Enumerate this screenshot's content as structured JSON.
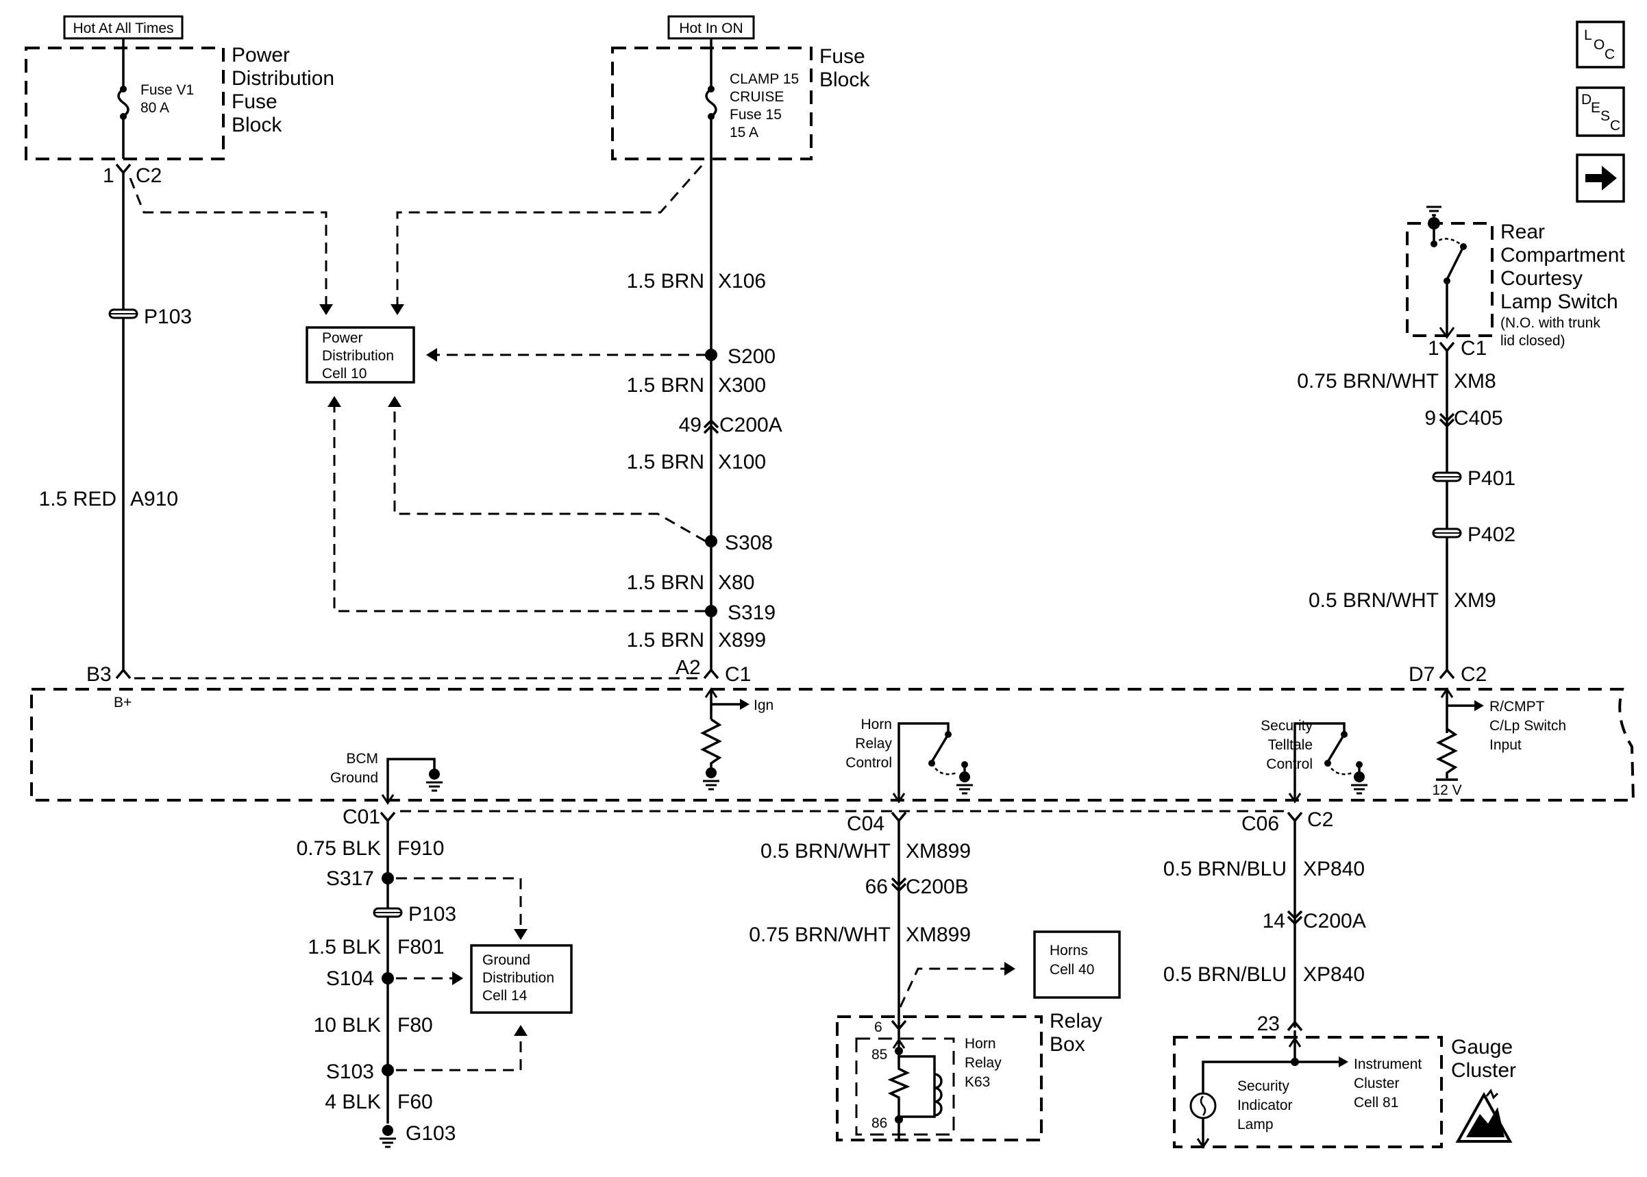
{
  "supply": {
    "hot_at_all_times": "Hot At All Times",
    "hot_in_on": "Hot In ON"
  },
  "power_dist_fuse_block": {
    "line1": "Power",
    "line2": "Distribution",
    "line3": "Fuse",
    "line4": "Block",
    "fuse_name": "Fuse V1",
    "fuse_rating": "80 A",
    "pin": "1",
    "connector": "C2"
  },
  "fuse_block": {
    "line1": "Fuse",
    "line2": "Block",
    "fuse_l1": "CLAMP 15",
    "fuse_l2": "CRUISE",
    "fuse_l3": "Fuse 15",
    "fuse_l4": "15 A"
  },
  "nav": {
    "loc_l": "L",
    "loc_o": "O",
    "loc_c": "C",
    "desc_d": "D",
    "desc_e": "E",
    "desc_s": "S",
    "desc_c": "C",
    "next_icon": "right-arrow-icon"
  },
  "left_circuit": {
    "pass_through": "P103",
    "wire_size": "1.5 RED",
    "wire_circuit": "A910",
    "bcm_pin": "B3",
    "bcm_label": "B+"
  },
  "power_distribution_cell": {
    "line1": "Power",
    "line2": "Distribution",
    "line3": "Cell 10"
  },
  "ignition_circuit": {
    "w1_size": "1.5 BRN",
    "w1_circuit": "X106",
    "splice1": "S200",
    "w2_size": "1.5 BRN",
    "w2_circuit": "X300",
    "conn_pin": "49",
    "conn_name": "C200A",
    "w3_size": "1.5 BRN",
    "w3_circuit": "X100",
    "splice2": "S308",
    "w4_size": "1.5 BRN",
    "w4_circuit": "X80",
    "splice3": "S319",
    "w5_size": "1.5 BRN",
    "w5_circuit": "X899",
    "bcm_pin": "A2",
    "bcm_conn": "C1",
    "ign_label": "Ign"
  },
  "rear_switch": {
    "line1": "Rear",
    "line2": "Compartment",
    "line3": "Courtesy",
    "line4": "Lamp Switch",
    "note1": "(N.O. with trunk",
    "note2": "lid closed)",
    "pin": "1",
    "conn": "C1",
    "w1_size": "0.75 BRN/WHT",
    "w1_circuit": "XM8",
    "c405_pin": "9",
    "c405": "C405",
    "p401": "P401",
    "p402": "P402",
    "w2_size": "0.5 BRN/WHT",
    "w2_circuit": "XM9",
    "bcm_pin": "D7",
    "bcm_conn": "C2"
  },
  "bcm": {
    "ground_l1": "BCM",
    "ground_l2": "Ground",
    "horn_l1": "Horn",
    "horn_l2": "Relay",
    "horn_l3": "Control",
    "sec_l1": "Security",
    "sec_l2": "Telltale",
    "sec_l3": "Control",
    "rcmpt_l1": "R/CMPT",
    "rcmpt_l2": "C/Lp Switch",
    "rcmpt_l3": "Input",
    "volt": "12 V"
  },
  "ground_circuit": {
    "pin": "C01",
    "w1_size": "0.75 BLK",
    "w1_circuit": "F910",
    "s317": "S317",
    "p103": "P103",
    "w2_size": "1.5 BLK",
    "w2_circuit": "F801",
    "s104": "S104",
    "w3_size": "10 BLK",
    "w3_circuit": "F80",
    "s103": "S103",
    "w4_size": "4 BLK",
    "w4_circuit": "F60",
    "ground": "G103"
  },
  "ground_distribution_cell": {
    "line1": "Ground",
    "line2": "Distribution",
    "line3": "Cell 14"
  },
  "horn_circuit": {
    "pin": "C04",
    "w1_size": "0.5 BRN/WHT",
    "w1_circuit": "XM899",
    "conn_pin": "66",
    "conn_name": "C200B",
    "w2_size": "0.75 BRN/WHT",
    "w2_circuit": "XM899",
    "relay_box_pin": "6",
    "relay_box_l1": "Relay",
    "relay_box_l2": "Box",
    "relay_l1": "Horn",
    "relay_l2": "Relay",
    "relay_l3": "K63",
    "term_85": "85",
    "term_86": "86"
  },
  "horns_cell": {
    "line1": "Horns",
    "line2": "Cell 40"
  },
  "security_circuit": {
    "pin": "C06",
    "conn": "C2",
    "w1_size": "0.5 BRN/BLU",
    "w1_circuit": "XP840",
    "conn_pin": "14",
    "conn_name": "C200A",
    "w2_size": "0.5 BRN/BLU",
    "w2_circuit": "XP840",
    "cluster_pin": "23"
  },
  "gauge_cluster": {
    "line1": "Gauge",
    "line2": "Cluster",
    "lamp_l1": "Security",
    "lamp_l2": "Indicator",
    "lamp_l3": "Lamp",
    "ic_l1": "Instrument",
    "ic_l2": "Cluster",
    "ic_l3": "Cell 81",
    "esd_icon": "esd-warning-icon"
  }
}
